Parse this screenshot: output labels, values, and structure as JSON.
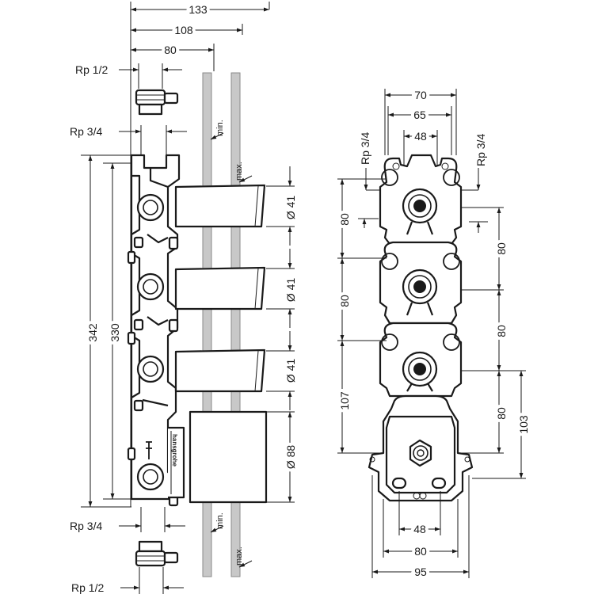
{
  "side_view": {
    "dim_top": [
      "133",
      "108",
      "80"
    ],
    "thread_top": "Rp 1/2",
    "thread_upper": "Rp 3/4",
    "thread_lower": "Rp 3/4",
    "thread_bottom": "Rp 1/2",
    "height_outer": "342",
    "height_inner": "330",
    "rod_min_top": "min.",
    "rod_max_top": "max.",
    "rod_min_bottom": "min.",
    "rod_max_bottom": "max.",
    "diameters": [
      "Ø 41",
      "Ø 41",
      "Ø 41",
      "Ø 88"
    ],
    "brand_text": "hansgrohe"
  },
  "front_view": {
    "dim_top": [
      "70",
      "65",
      "48"
    ],
    "thread_left": "Rp 3/4",
    "thread_right": "Rp 3/4",
    "left_spacings": [
      "80",
      "80",
      "107"
    ],
    "right_spacings": [
      "80",
      "80",
      "80"
    ],
    "right_outer": "103",
    "dim_bottom": [
      "48",
      "80",
      "95"
    ]
  }
}
